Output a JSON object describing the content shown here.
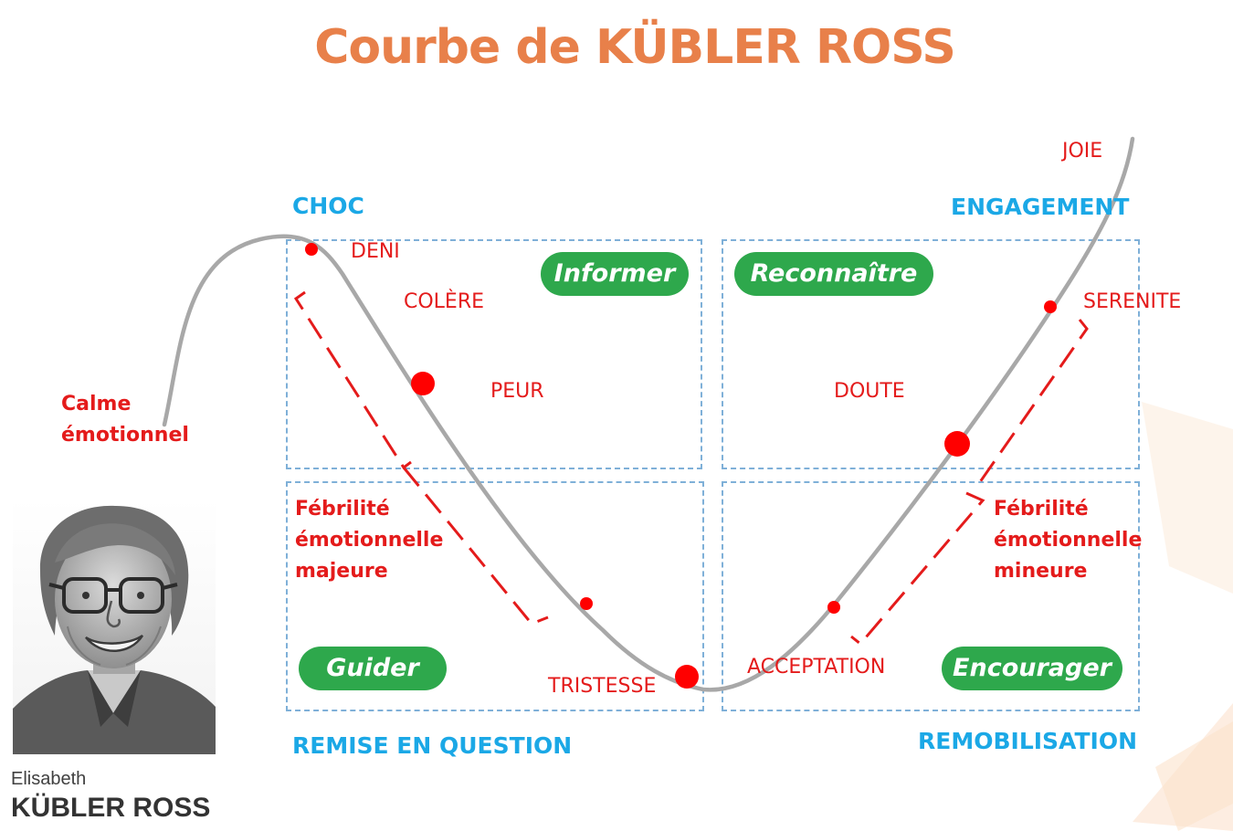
{
  "title": "Courbe de KÜBLER ROSS",
  "phases": {
    "choc": "CHOC",
    "engagement": "ENGAGEMENT",
    "remise": "REMISE EN QUESTION",
    "remobilisation": "REMOBILISATION"
  },
  "stages": {
    "deni": "DENI",
    "colere": "COLÈRE",
    "peur": "PEUR",
    "tristesse": "TRISTESSE",
    "acceptation": "ACCEPTATION",
    "doute": "DOUTE",
    "serenite": "SERENITE",
    "joie": "JOIE"
  },
  "actions": {
    "informer": "Informer",
    "reconnaitre": "Reconnaître",
    "guider": "Guider",
    "encourager": "Encourager"
  },
  "notes": {
    "calme": [
      "Calme",
      "émotionnel"
    ],
    "majeure": [
      "Fébrilité",
      "émotionnelle",
      "majeure"
    ],
    "mineure": [
      "Fébrilité",
      "émotionnelle",
      "mineure"
    ]
  },
  "portrait": {
    "first_name": "Elisabeth",
    "last_name": "KÜBLER ROSS"
  },
  "colors": {
    "title": "#e8804a",
    "phase": "#1ba8e6",
    "stage": "#e41b1b",
    "pill": "#2ea84c",
    "curve": "#a8a8a8",
    "quadrant_border": "#7fb0d8"
  }
}
